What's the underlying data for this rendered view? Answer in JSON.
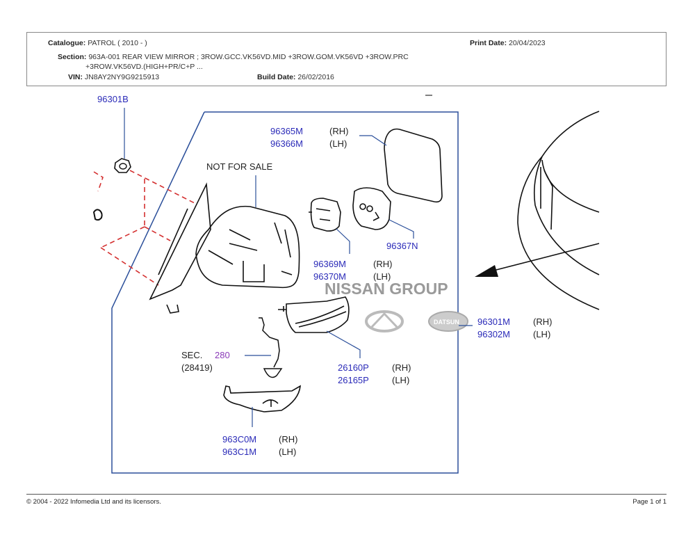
{
  "header": {
    "catalogue_label": "Catalogue:",
    "catalogue_value": "PATROL ( 2010 -  )",
    "print_date_label": "Print Date:",
    "print_date_value": "20/04/2023",
    "section_label": "Section:",
    "section_value_line1": "963A-001 REAR VIEW MIRROR ; 3ROW.GCC.VK56VD.MID +3ROW.GOM.VK56VD +3ROW.PRC",
    "section_value_line2": "+3ROW.VK56VD.(HIGH+PR/C+P ...",
    "vin_label": "VIN:",
    "vin_value": "JN8AY2NY9G9215913",
    "build_date_label": "Build Date:",
    "build_date_value": "26/02/2016"
  },
  "diagram": {
    "callouts": [
      {
        "id": "96301B",
        "parts": [
          {
            "pn": "96301B",
            "side": ""
          }
        ]
      },
      {
        "id": "mirror-glass",
        "parts": [
          {
            "pn": "96365M",
            "side": "(RH)"
          },
          {
            "pn": "96366M",
            "side": "(LH)"
          }
        ]
      },
      {
        "id": "mirror-actuator",
        "parts": [
          {
            "pn": "96367N",
            "side": ""
          }
        ]
      },
      {
        "id": "mirror-motor",
        "parts": [
          {
            "pn": "96369M",
            "side": "(RH)"
          },
          {
            "pn": "96370M",
            "side": "(LH)"
          }
        ]
      },
      {
        "id": "mirror-assy",
        "parts": [
          {
            "pn": "96301M",
            "side": "(RH)"
          },
          {
            "pn": "96302M",
            "side": "(LH)"
          }
        ]
      },
      {
        "id": "turn-lamp",
        "parts": [
          {
            "pn": "26160P",
            "side": "(RH)"
          },
          {
            "pn": "26165P",
            "side": "(LH)"
          }
        ]
      },
      {
        "id": "cover",
        "parts": [
          {
            "pn": "963C0M",
            "side": "(RH)"
          },
          {
            "pn": "963C1M",
            "side": "(LH)"
          }
        ]
      }
    ],
    "not_for_sale": "NOT   FOR   SALE",
    "sec_label": "SEC.",
    "sec_number": "280",
    "sec_sub": "(28419)",
    "watermark": "NISSAN GROUP",
    "datsun_badge": "DATSUN",
    "colors": {
      "part_number": "#2a2ab8",
      "sec_number": "#8a3ab8",
      "leader": "#2b4f9a",
      "dashed": "#d43030"
    }
  },
  "footer": {
    "copyright": "© 2004 - 2022 Infomedia Ltd and its licensors.",
    "page": "Page 1 of 1"
  }
}
